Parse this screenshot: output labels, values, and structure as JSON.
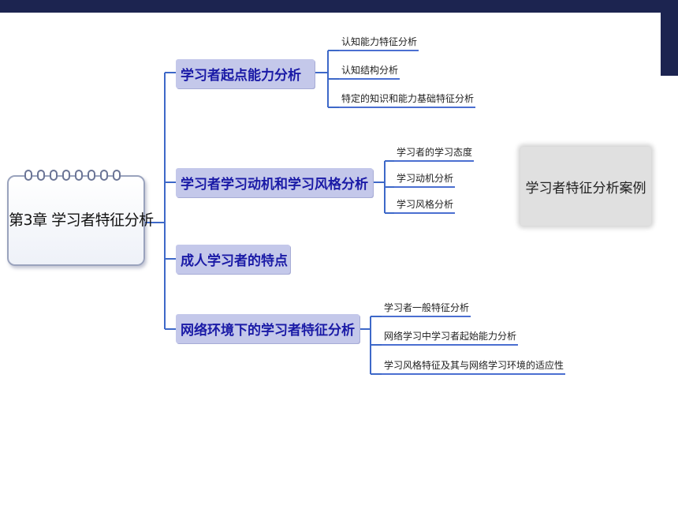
{
  "root": {
    "label": "第3章  学习者特征分析"
  },
  "branches": [
    {
      "label": "学习者起点能力分析",
      "leaves": [
        "认知能力特征分析",
        "认知结构分析",
        "特定的知识和能力基础特征分析"
      ]
    },
    {
      "label": "学习者学习动机和学习风格分析",
      "leaves": [
        "学习者的学习态度",
        "学习动机分析",
        "学习风格分析"
      ]
    },
    {
      "label": "成人学习者的特点",
      "leaves": []
    },
    {
      "label": "网络环境下的学习者特征分析",
      "leaves": [
        "学习者一般特征分析",
        "网络学习中学习者起始能力分析",
        "学习风格特征及其与网络学习环境的适应性"
      ]
    }
  ],
  "case_box": {
    "label": "学习者特征分析案例"
  },
  "colors": {
    "header": "#1c2450",
    "branch_fill": "#c4c8ea",
    "branch_text": "#1a1aa6",
    "connector": "#3d68c8"
  }
}
